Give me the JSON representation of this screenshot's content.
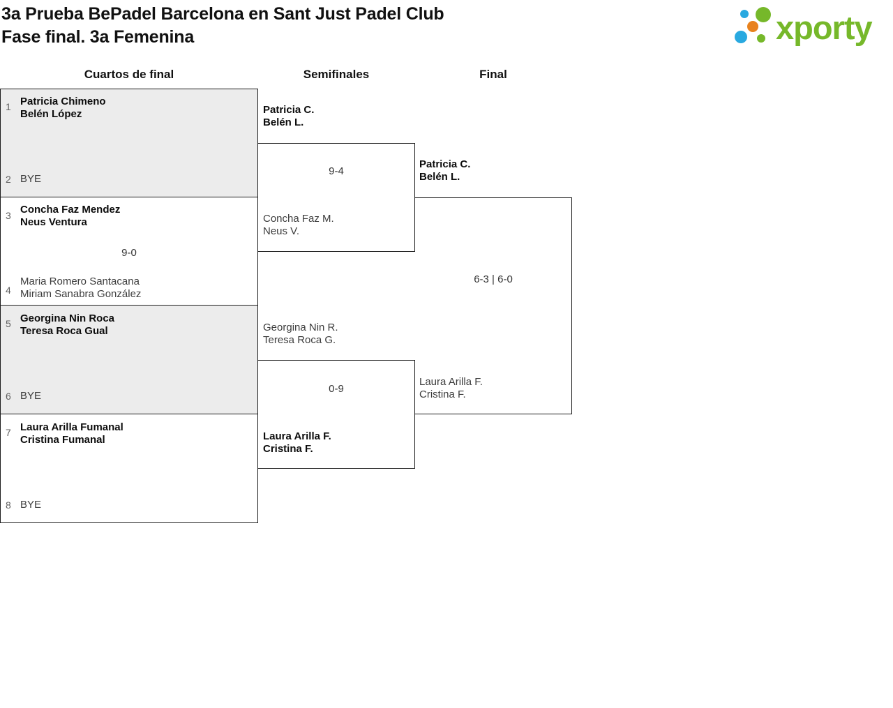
{
  "header": {
    "title_line1": "3a Prueba BePadel Barcelona en Sant Just Padel Club",
    "title_line2": "Fase final. 3a Femenina"
  },
  "logo": {
    "brand": "xporty",
    "colors": {
      "green": "#76b82a",
      "blue": "#29a9e0",
      "orange": "#e8821d"
    }
  },
  "columns": [
    {
      "label": "Cuartos de final"
    },
    {
      "label": "Semifinales"
    },
    {
      "label": "Final"
    }
  ],
  "bracket": {
    "quarterfinals": [
      {
        "teams": [
          {
            "seed": "1",
            "players": [
              "Patricia Chimeno",
              "Belén López"
            ],
            "winner": true
          },
          {
            "seed": "2",
            "players": [
              "BYE"
            ],
            "winner": false
          }
        ]
      },
      {
        "score": "9-0",
        "teams": [
          {
            "seed": "3",
            "players": [
              "Concha Faz Mendez",
              "Neus Ventura"
            ],
            "winner": true
          },
          {
            "seed": "4",
            "players": [
              "Maria Romero Santacana",
              "Miriam Sanabra González"
            ],
            "winner": false
          }
        ]
      },
      {
        "teams": [
          {
            "seed": "5",
            "players": [
              "Georgina Nin Roca",
              "Teresa Roca Gual"
            ],
            "winner": true
          },
          {
            "seed": "6",
            "players": [
              "BYE"
            ],
            "winner": false
          }
        ]
      },
      {
        "teams": [
          {
            "seed": "7",
            "players": [
              "Laura Arilla Fumanal",
              "Cristina Fumanal"
            ],
            "winner": true
          },
          {
            "seed": "8",
            "players": [
              "BYE"
            ],
            "winner": false
          }
        ]
      }
    ],
    "semifinals": [
      {
        "score": "9-4",
        "teams": [
          {
            "players": [
              "Patricia C.",
              "Belén L."
            ],
            "winner": true
          },
          {
            "players": [
              "Concha Faz M.",
              "Neus V."
            ],
            "winner": false
          }
        ]
      },
      {
        "score": "0-9",
        "teams": [
          {
            "players": [
              "Georgina Nin R.",
              "Teresa Roca G."
            ],
            "winner": false
          },
          {
            "players": [
              "Laura Arilla F.",
              "Cristina F."
            ],
            "winner": true
          }
        ]
      }
    ],
    "final": {
      "score": "6-3 | 6-0",
      "teams": [
        {
          "players": [
            "Patricia C.",
            "Belén L."
          ],
          "winner": true
        },
        {
          "players": [
            "Laura Arilla F.",
            "Cristina F."
          ],
          "winner": false
        }
      ]
    }
  }
}
